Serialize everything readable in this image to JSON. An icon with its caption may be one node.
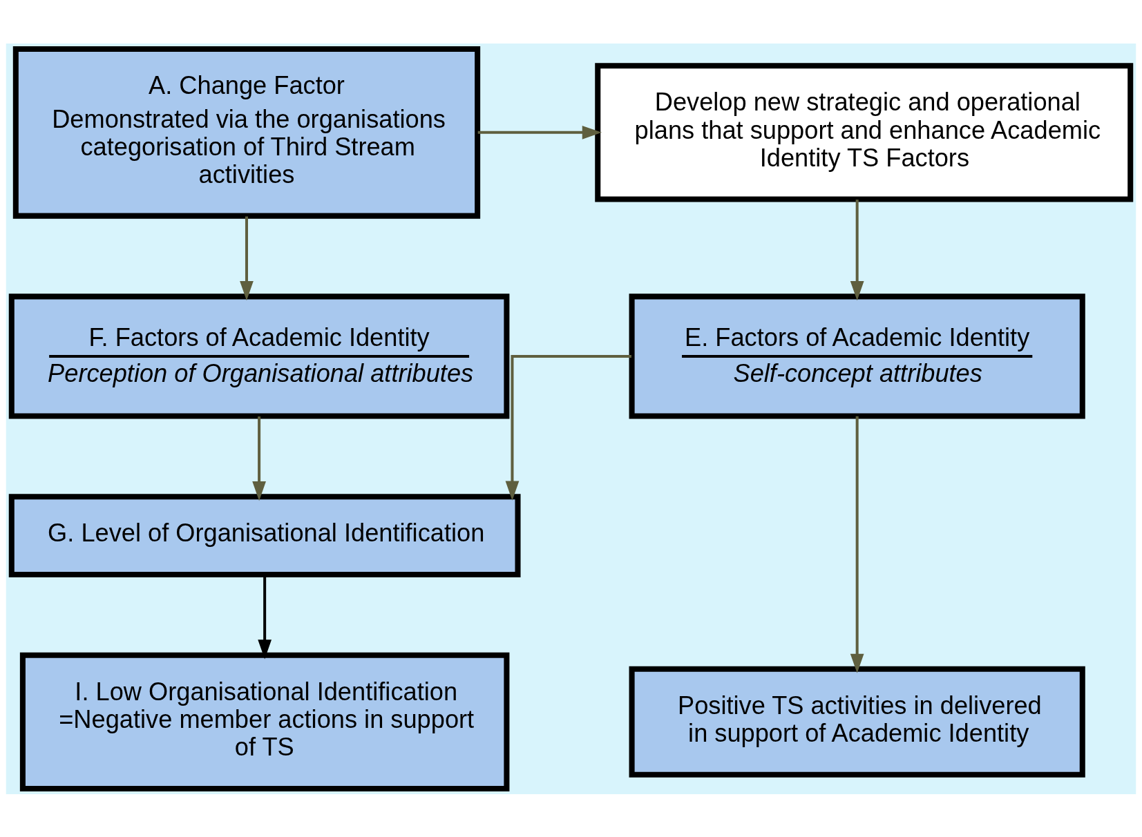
{
  "diagram": {
    "nodes": [
      {
        "text": [
          "A. Change Factor",
          "Demonstrated via the organisations categorisation of Third Stream activities"
        ]
      },
      {
        "text": [
          "Develop new strategic and operational plans that support and enhance Academic Identity TS Factors"
        ]
      },
      {
        "text": [
          "F. Factors of Academic Identity",
          "Perception of Organisational attributes"
        ]
      },
      {
        "text": [
          "E. Factors of Academic Identity",
          "Self-concept attributes"
        ]
      },
      {
        "text": [
          "G. Level of Organisational Identification"
        ]
      },
      {
        "text": [
          "I. Low Organisational Identification =Negative member actions in support of TS"
        ]
      },
      {
        "text": [
          "Positive TS activities in delivered in support of Academic Identity"
        ]
      }
    ],
    "edges": [
      {
        "from": 0,
        "to": 1,
        "arrow": "to"
      },
      {
        "from": 0,
        "to": 2,
        "arrow": "to"
      },
      {
        "from": 1,
        "to": 3,
        "arrow": "to"
      },
      {
        "from": 2,
        "to": 4,
        "arrow": "to"
      },
      {
        "from": 3,
        "to": 4,
        "arrow": "to"
      },
      {
        "from": 3,
        "to": 6,
        "arrow": "to"
      },
      {
        "from": 4,
        "to": 5,
        "arrow": "to",
        "color": "#000000"
      }
    ]
  }
}
